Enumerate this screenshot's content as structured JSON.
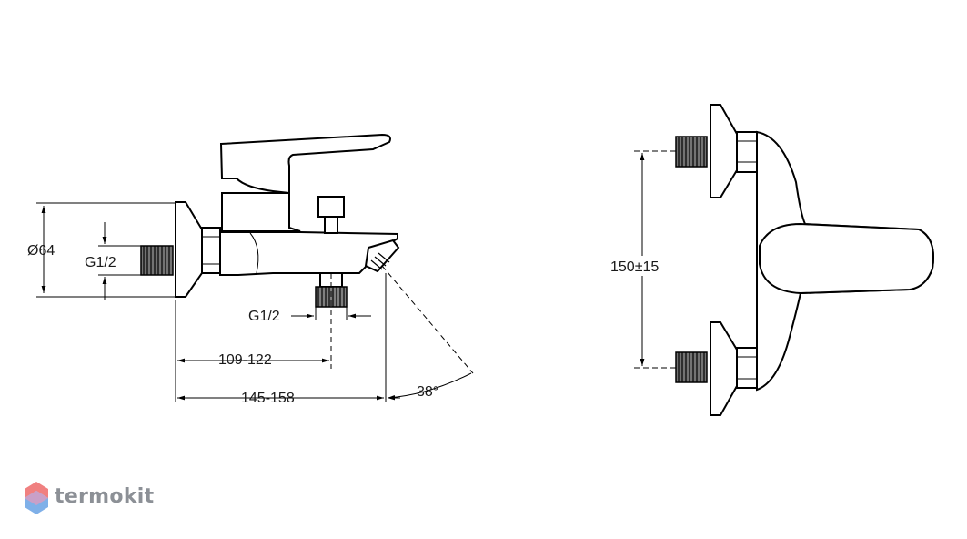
{
  "dimensions": {
    "diameter": "Ø64",
    "inlet_thread": "G1/2",
    "outlet_thread": "G1/2",
    "projection_outlet": "109-122",
    "projection_total": "145-158",
    "spout_angle": "38°",
    "centers": "150±15"
  },
  "watermark": {
    "text": "termokit"
  },
  "colors": {
    "line": "#000000",
    "watermark_text": "#8c9096",
    "logo_red": "#f08080",
    "logo_blue": "#7fb0e8"
  }
}
